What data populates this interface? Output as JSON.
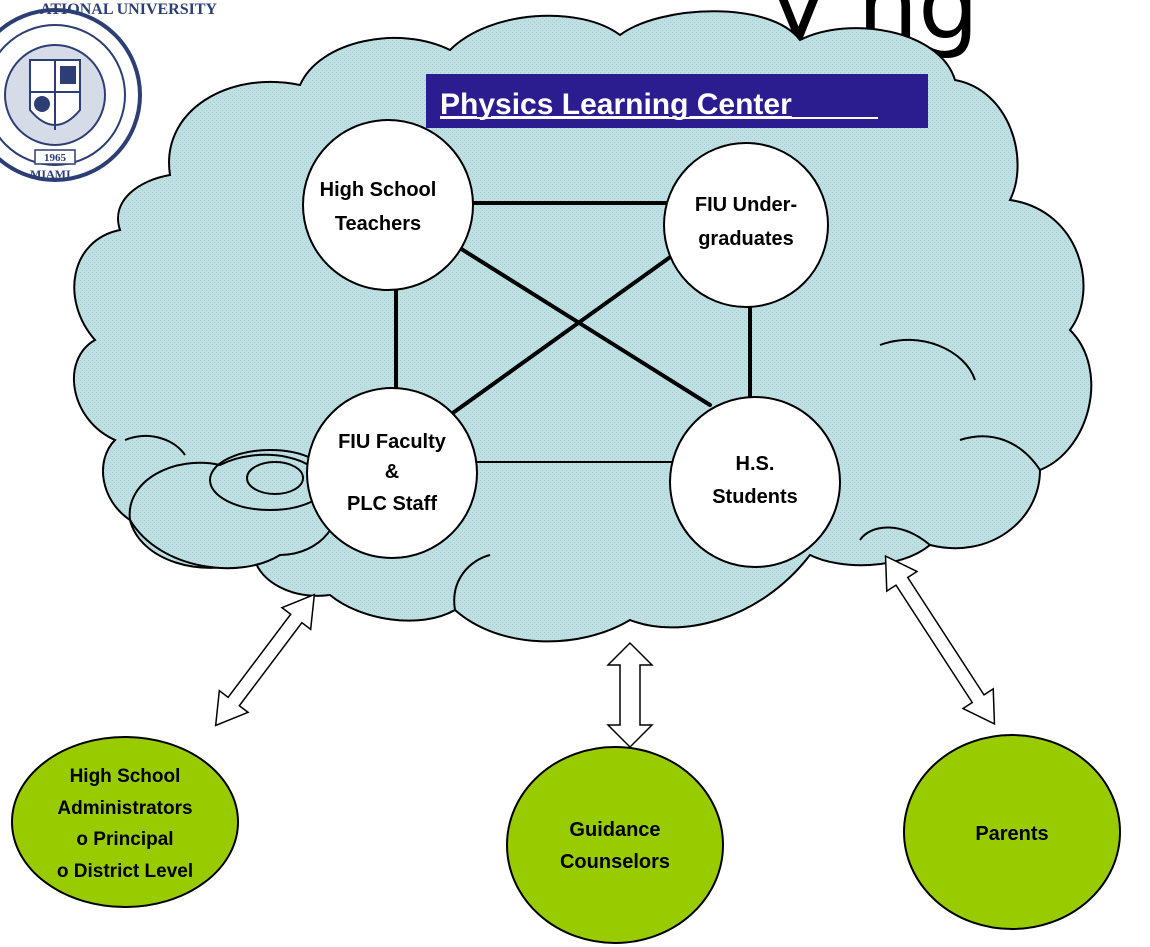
{
  "header": {
    "title_fragment": "y  ng",
    "seal_text_top": "ATIONAL UNIVERSITY",
    "seal_text_bottom": "MIAMI",
    "seal_year": "1965"
  },
  "cloud": {
    "title": "Physics Learning Center",
    "fill": "#b9dde0",
    "title_bg": "#2b1d8f"
  },
  "inner_nodes": [
    {
      "id": "hs-teachers",
      "lines": [
        "High School",
        "Teachers"
      ]
    },
    {
      "id": "fiu-undergrads",
      "lines": [
        "FIU Under-",
        "graduates"
      ]
    },
    {
      "id": "fiu-faculty",
      "lines": [
        "FIU Faculty",
        "&",
        "PLC Staff"
      ]
    },
    {
      "id": "hs-students",
      "lines": [
        "H.S.",
        "Students"
      ]
    }
  ],
  "outer_nodes": [
    {
      "id": "administrators",
      "lines": [
        "High School",
        "Administrators",
        "o Principal",
        "o District Level"
      ]
    },
    {
      "id": "counselors",
      "lines": [
        "Guidance",
        "Counselors"
      ]
    },
    {
      "id": "parents",
      "lines": [
        "Parents"
      ]
    }
  ],
  "colors": {
    "outer_fill": "#99cc00",
    "node_fill": "#ffffff",
    "edge": "#000000"
  }
}
